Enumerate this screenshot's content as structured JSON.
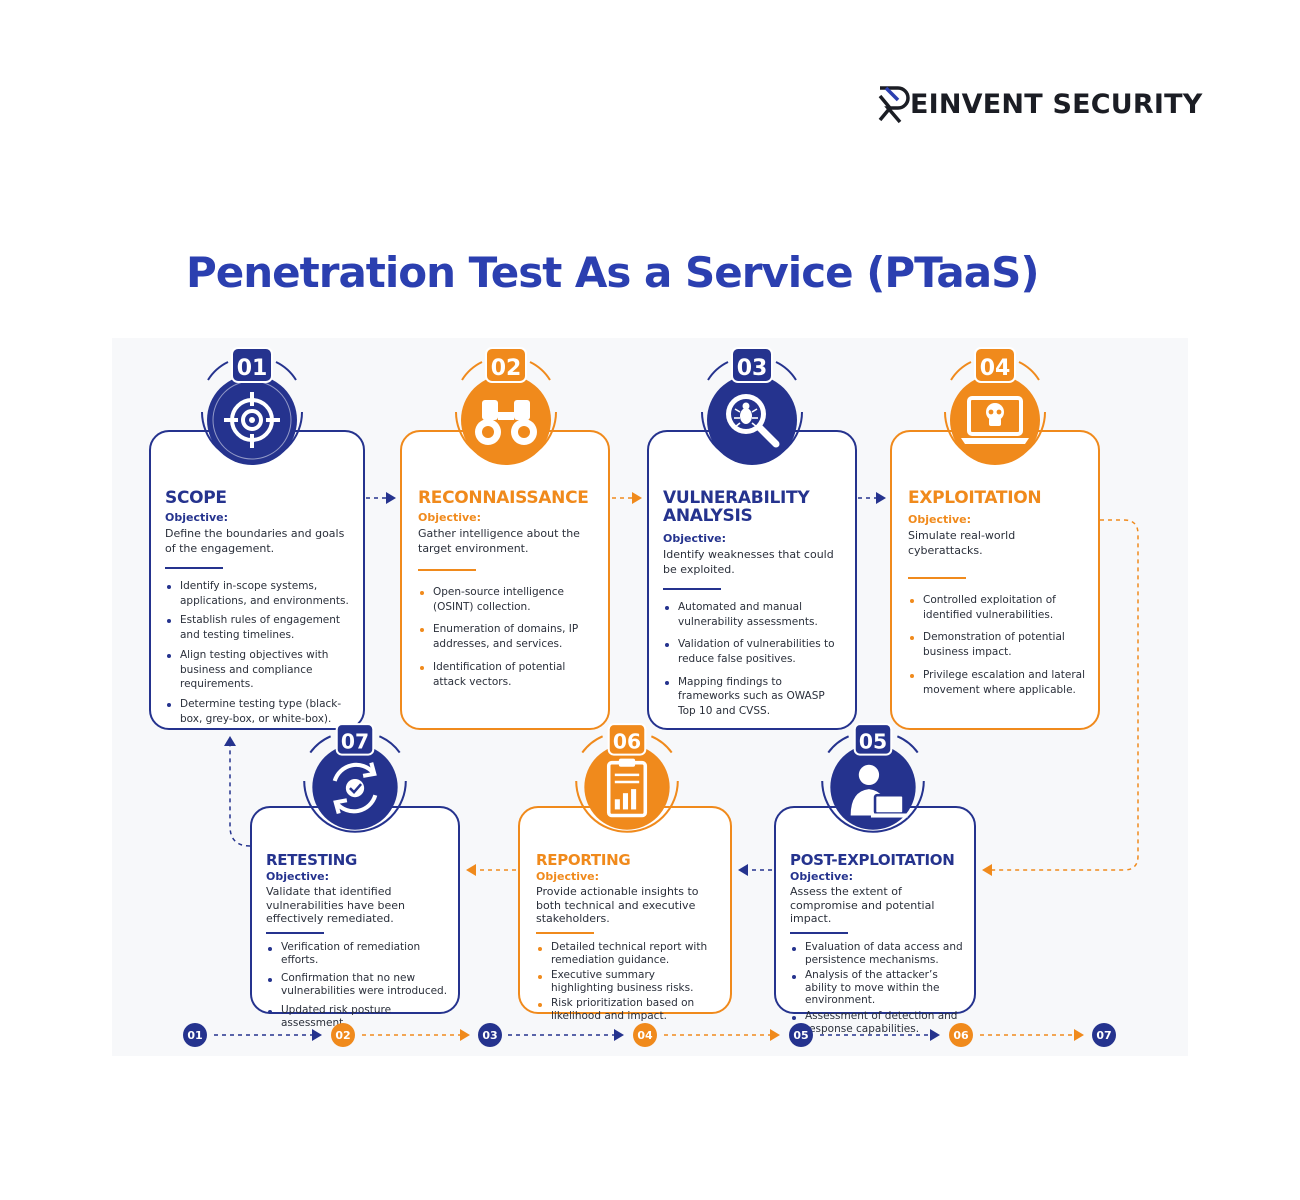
{
  "brand": {
    "name": "EINVENT SECURITY",
    "mark": "R"
  },
  "title": "Penetration Test As a Service (PTaaS)",
  "colors": {
    "blue": "#25338e",
    "orange": "#f08a1c",
    "title_blue": "#2b3fb0"
  },
  "objective_label": "Objective:",
  "steps": [
    {
      "number": "01",
      "title": "SCOPE",
      "icon": "target-icon",
      "objective": "Define the boundaries and goals of the engagement.",
      "bullets": [
        "Identify in-scope systems, applications, and environments.",
        "Establish rules of engagement and testing timelines.",
        "Align testing objectives with business and compliance requirements.",
        "Determine testing type (black-box, grey-box, or white-box)."
      ]
    },
    {
      "number": "02",
      "title": "RECONNAISSANCE",
      "icon": "binoculars-icon",
      "objective": "Gather intelligence about the target environment.",
      "bullets": [
        "Open-source intelligence (OSINT) collection.",
        "Enumeration of domains, IP addresses, and services.",
        "Identification of potential attack vectors."
      ]
    },
    {
      "number": "03",
      "title": "VULNERABILITY ANALYSIS",
      "icon": "bug-search-icon",
      "objective": "Identify weaknesses that could be exploited.",
      "bullets": [
        "Automated and manual vulnerability assessments.",
        "Validation of vulnerabilities to reduce false positives.",
        "Mapping findings to frameworks such as OWASP Top 10 and CVSS."
      ]
    },
    {
      "number": "04",
      "title": "EXPLOITATION",
      "icon": "skull-laptop-icon",
      "objective": "Simulate real-world cyberattacks.",
      "bullets": [
        "Controlled exploitation of identified vulnerabilities.",
        "Demonstration of potential business impact.",
        "Privilege escalation and lateral movement where applicable."
      ]
    },
    {
      "number": "05",
      "title": "POST-EXPLOITATION",
      "icon": "hacker-laptop-icon",
      "objective": "Assess the extent of compromise and potential impact.",
      "bullets": [
        "Evaluation of data access and persistence mechanisms.",
        "Analysis of the attacker’s ability to move within the environment.",
        "Assessment of detection and response capabilities."
      ]
    },
    {
      "number": "06",
      "title": "REPORTING",
      "icon": "report-clipboard-icon",
      "objective": "Provide actionable insights to both technical and executive stakeholders.",
      "bullets": [
        "Detailed technical report with remediation guidance.",
        "Executive summary highlighting business risks.",
        "Risk prioritization based on likelihood and impact."
      ]
    },
    {
      "number": "07",
      "title": "RETESTING",
      "icon": "refresh-check-icon",
      "objective": "Validate that identified vulnerabilities have been effectively remediated.",
      "bullets": [
        "Verification of remediation efforts.",
        "Confirmation that no new vulnerabilities were introduced.",
        "Updated risk posture assessment."
      ]
    }
  ],
  "timeline": [
    "01",
    "02",
    "03",
    "04",
    "05",
    "06",
    "07"
  ]
}
